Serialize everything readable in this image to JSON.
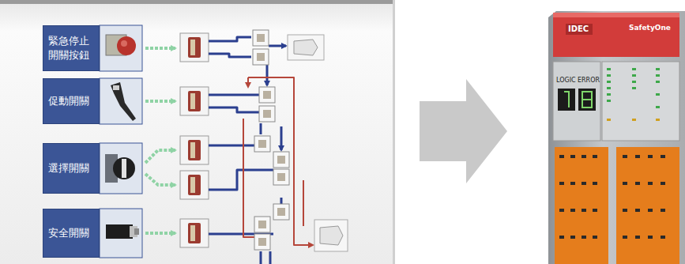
{
  "diagram": {
    "nodes": [
      {
        "text": [
          "緊急停止 開關按鈕"
        ]
      },
      {
        "text": [
          "促動開關"
        ]
      },
      {
        "text": [
          "選擇開關"
        ]
      },
      {
        "text": [
          "安全開關"
        ]
      }
    ],
    "labels": [
      "IDEC",
      "SafetyOne",
      "LOGIC",
      "ERROR"
    ]
  }
}
